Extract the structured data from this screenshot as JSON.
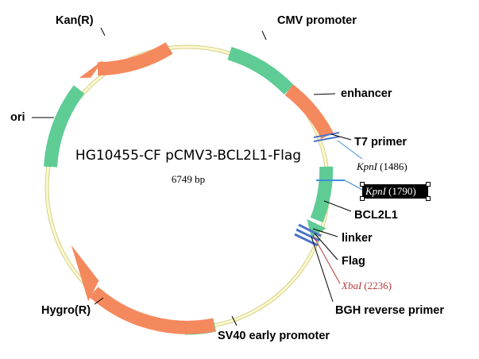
{
  "plasmid": {
    "title": "HG10455-CF pCMV3-BCL2L1-Flag",
    "size": "6749 bp"
  },
  "colors": {
    "backbone": "#fbf8cf",
    "backbone_edge": "#d6d08a",
    "green": "#5fcc95",
    "orange": "#f5895e",
    "primer": "#4a74c8",
    "site_line": "#3f8fd8",
    "xba": "#b23a3a"
  },
  "features": {
    "cmv_promoter": "CMV promoter",
    "enhancer": "enhancer",
    "t7_primer": "T7 primer",
    "bcl2l1": "BCL2L1",
    "linker": "linker",
    "flag": "Flag",
    "bgh_reverse_primer": "BGH reverse primer",
    "sv40_early_promoter": "SV40 early promoter",
    "hygro": "Hygro(R)",
    "ori": "ori",
    "kan": "Kan(R)"
  },
  "sites": {
    "kpn1_a": {
      "enzyme": "KpnI",
      "position": "(1486)"
    },
    "kpn1_b": {
      "enzyme": "KpnI",
      "position": "(1790)"
    },
    "xba1": {
      "enzyme": "XbaI",
      "position": "(2236)"
    }
  }
}
